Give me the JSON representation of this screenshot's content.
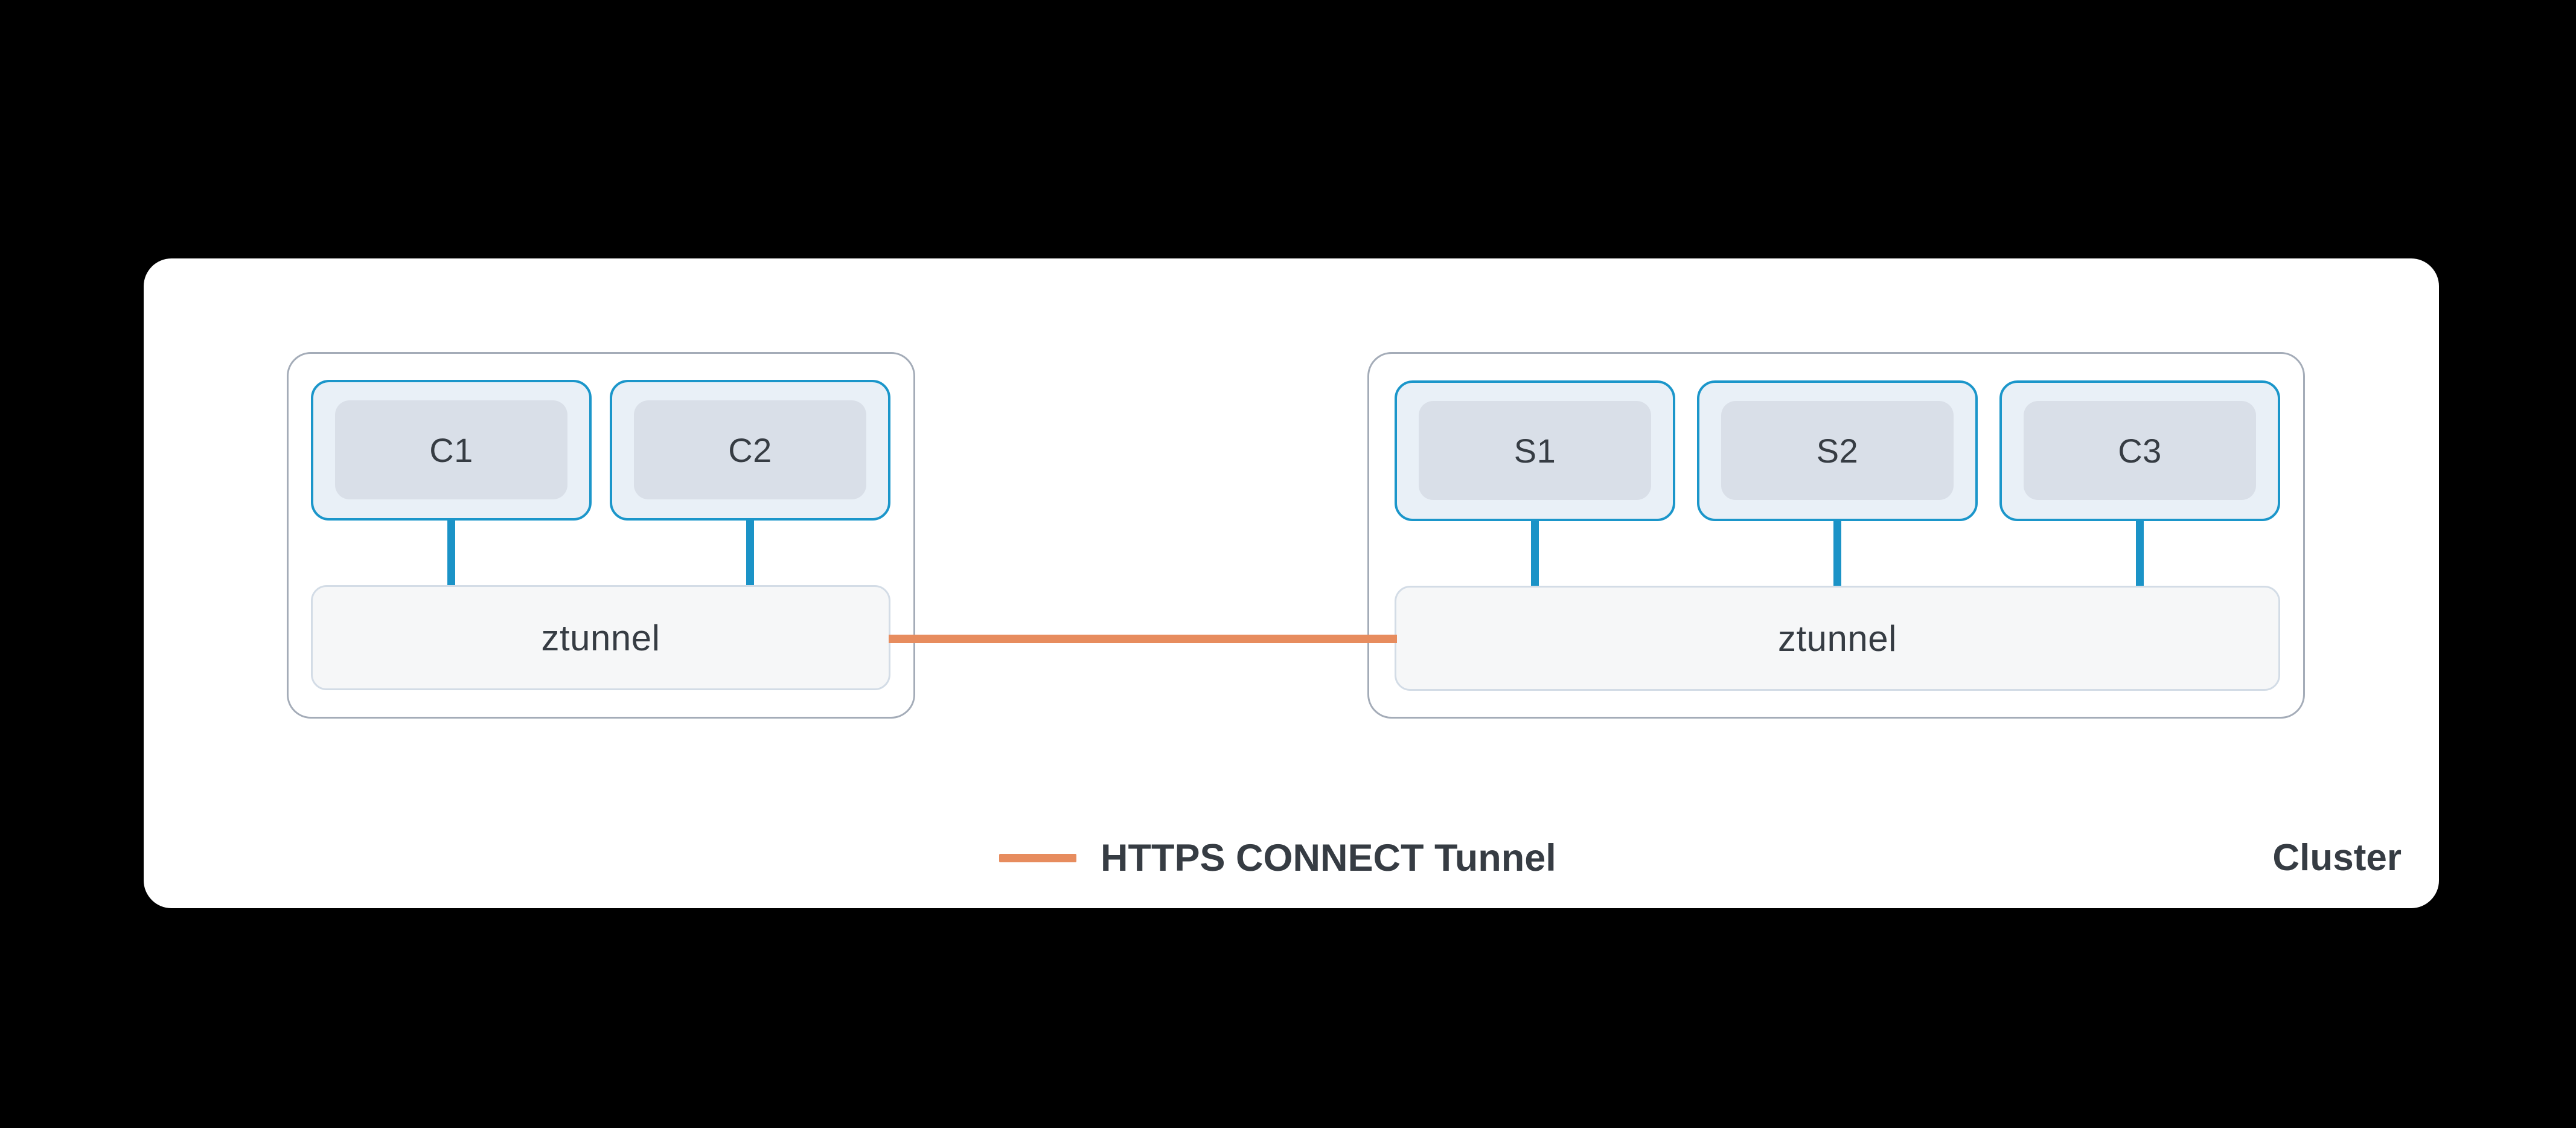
{
  "diagram": {
    "cluster_label": "Cluster",
    "legend": {
      "label": "HTTPS CONNECT Tunnel"
    },
    "nodes": [
      {
        "pods": [
          "C1",
          "C2"
        ],
        "proxy": "ztunnel"
      },
      {
        "pods": [
          "S1",
          "S2",
          "C3"
        ],
        "proxy": "ztunnel"
      }
    ],
    "colors": {
      "background": "#000000",
      "card": "#ffffff",
      "node_border": "#a4acb8",
      "pod_border": "#1b96ca",
      "pod_fill": "#e9f0f7",
      "pod_inner_fill": "#d9dfe8",
      "proxy_fill": "#f6f7f8",
      "proxy_border": "#d3dce6",
      "connector_blue": "#1b93c7",
      "tunnel_orange": "#e78c5e",
      "text": "#363c43"
    }
  }
}
